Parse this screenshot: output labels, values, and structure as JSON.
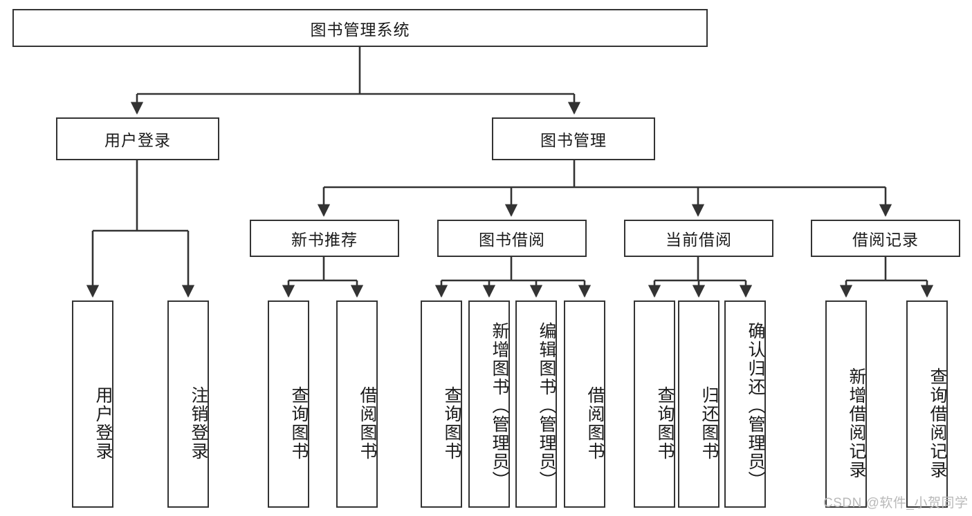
{
  "diagram": {
    "type": "tree-hierarchy-chart",
    "title": "图书管理系统",
    "watermark": "CSDN @软件_小贺同学",
    "colors": {
      "box_border": "#333333",
      "box_fill": "#ffffff",
      "connector": "#333333",
      "text": "#1a1a1a",
      "watermark": "#b9b9b9",
      "background": "#ffffff"
    },
    "root": {
      "label": "图书管理系统"
    },
    "level2": [
      {
        "label": "用户登录"
      },
      {
        "label": "图书管理"
      }
    ],
    "level3": [
      {
        "label": "新书推荐"
      },
      {
        "label": "图书借阅"
      },
      {
        "label": "当前借阅"
      },
      {
        "label": "借阅记录"
      }
    ],
    "leaves": {
      "user_login": [
        {
          "label": "用户登录"
        },
        {
          "label": "注销登录"
        }
      ],
      "new_book_recommend": [
        {
          "label": "查询图书"
        },
        {
          "label": "借阅图书"
        }
      ],
      "book_borrow": [
        {
          "label": "查询图书"
        },
        {
          "label": "新增图书（管理员）"
        },
        {
          "label": "编辑图书（管理员）"
        },
        {
          "label": "借阅图书"
        }
      ],
      "current_borrow": [
        {
          "label": "查询图书"
        },
        {
          "label": "归还图书"
        },
        {
          "label": "确认归还（管理员）"
        }
      ],
      "borrow_record": [
        {
          "label": "新增借阅记录"
        },
        {
          "label": "查询借阅记录"
        }
      ]
    }
  }
}
